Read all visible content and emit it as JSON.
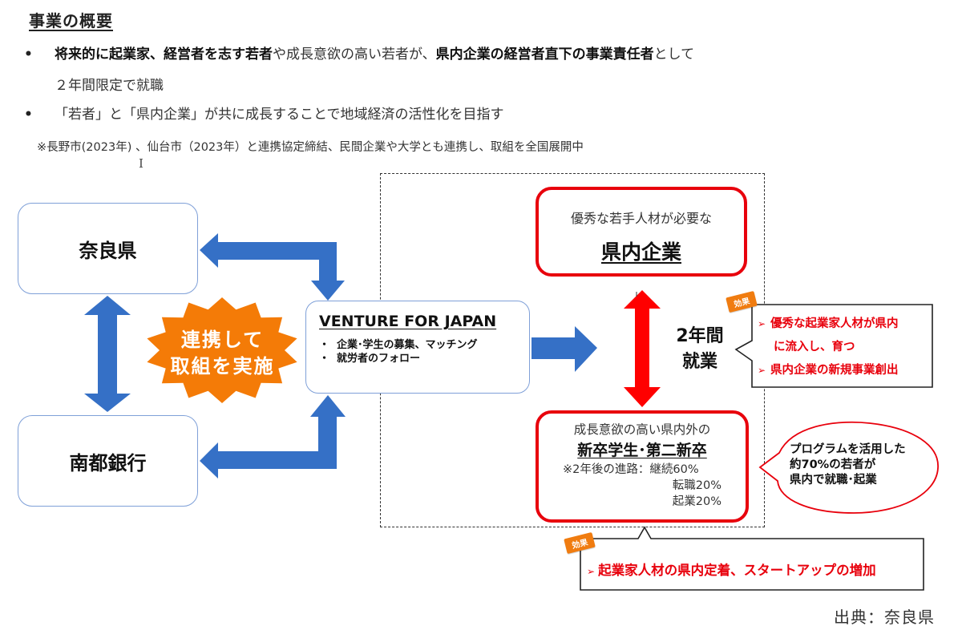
{
  "heading": "事業の概要",
  "bullets": [
    {
      "segments": [
        {
          "text": "将来的に起業家、経営者を志す若者",
          "bold": true
        },
        {
          "text": "や成長意欲の高い若者が、",
          "bold": false
        },
        {
          "text": "県内企業の経営者直下の事業責任者",
          "bold": true
        },
        {
          "text": "として",
          "bold": false
        }
      ],
      "continuation": "２年間限定で就職"
    },
    {
      "segments": [
        {
          "text": "「若者」と「県内企業」が共に成長することで地域経済の活性化を目指す",
          "bold": false
        }
      ]
    }
  ],
  "bullet_symbol": "•",
  "note": "※長野市(2023年) 、仙台市（2023年）と連携協定締結、民間企業や大学とも連携し、取組を全国展開中",
  "cursor_glyph": "I",
  "diagram": {
    "nara": "奈良県",
    "nanto": "南都銀行",
    "burst": {
      "line1": "連携して",
      "line2": "取組を実施"
    },
    "vfj": {
      "title": "VENTURE FOR JAPAN",
      "items": [
        "企業･学生の募集、マッチング",
        "就労者のフォロー"
      ]
    },
    "company": {
      "sub": "優秀な若手人材が必要な",
      "main": "県内企業"
    },
    "two_year": {
      "line1": "2年間",
      "line2": "就業"
    },
    "effect_tag": "効果",
    "effects_right": {
      "arrow": "➢",
      "item1_line1": "優秀な起業家人材が県内",
      "item1_line2": "に流入し、育つ",
      "item2": "県内企業の新規事業創出"
    },
    "students": {
      "sub": "成長意欲の高い県内外の",
      "main": "新卒学生･第二新卒",
      "path_label": "※2年後の進路：",
      "paths": [
        {
          "label": "継続",
          "percent": "60%"
        },
        {
          "label": "転職",
          "percent": "20%"
        },
        {
          "label": "起業",
          "percent": "20%"
        }
      ]
    },
    "oval": {
      "line1": "プログラムを活用した",
      "line2": "約70%の若者が",
      "line3": "県内で就職･起業"
    },
    "effect_bottom": {
      "arrow": "➢",
      "text": "起業家人材の県内定着、スタートアップの増加"
    }
  },
  "colors": {
    "blue_arrow": "#3570c6",
    "red": "#e8000c",
    "orange": "#f47b07",
    "box_border": "#7fa0d8"
  },
  "source": "出典：奈良県"
}
